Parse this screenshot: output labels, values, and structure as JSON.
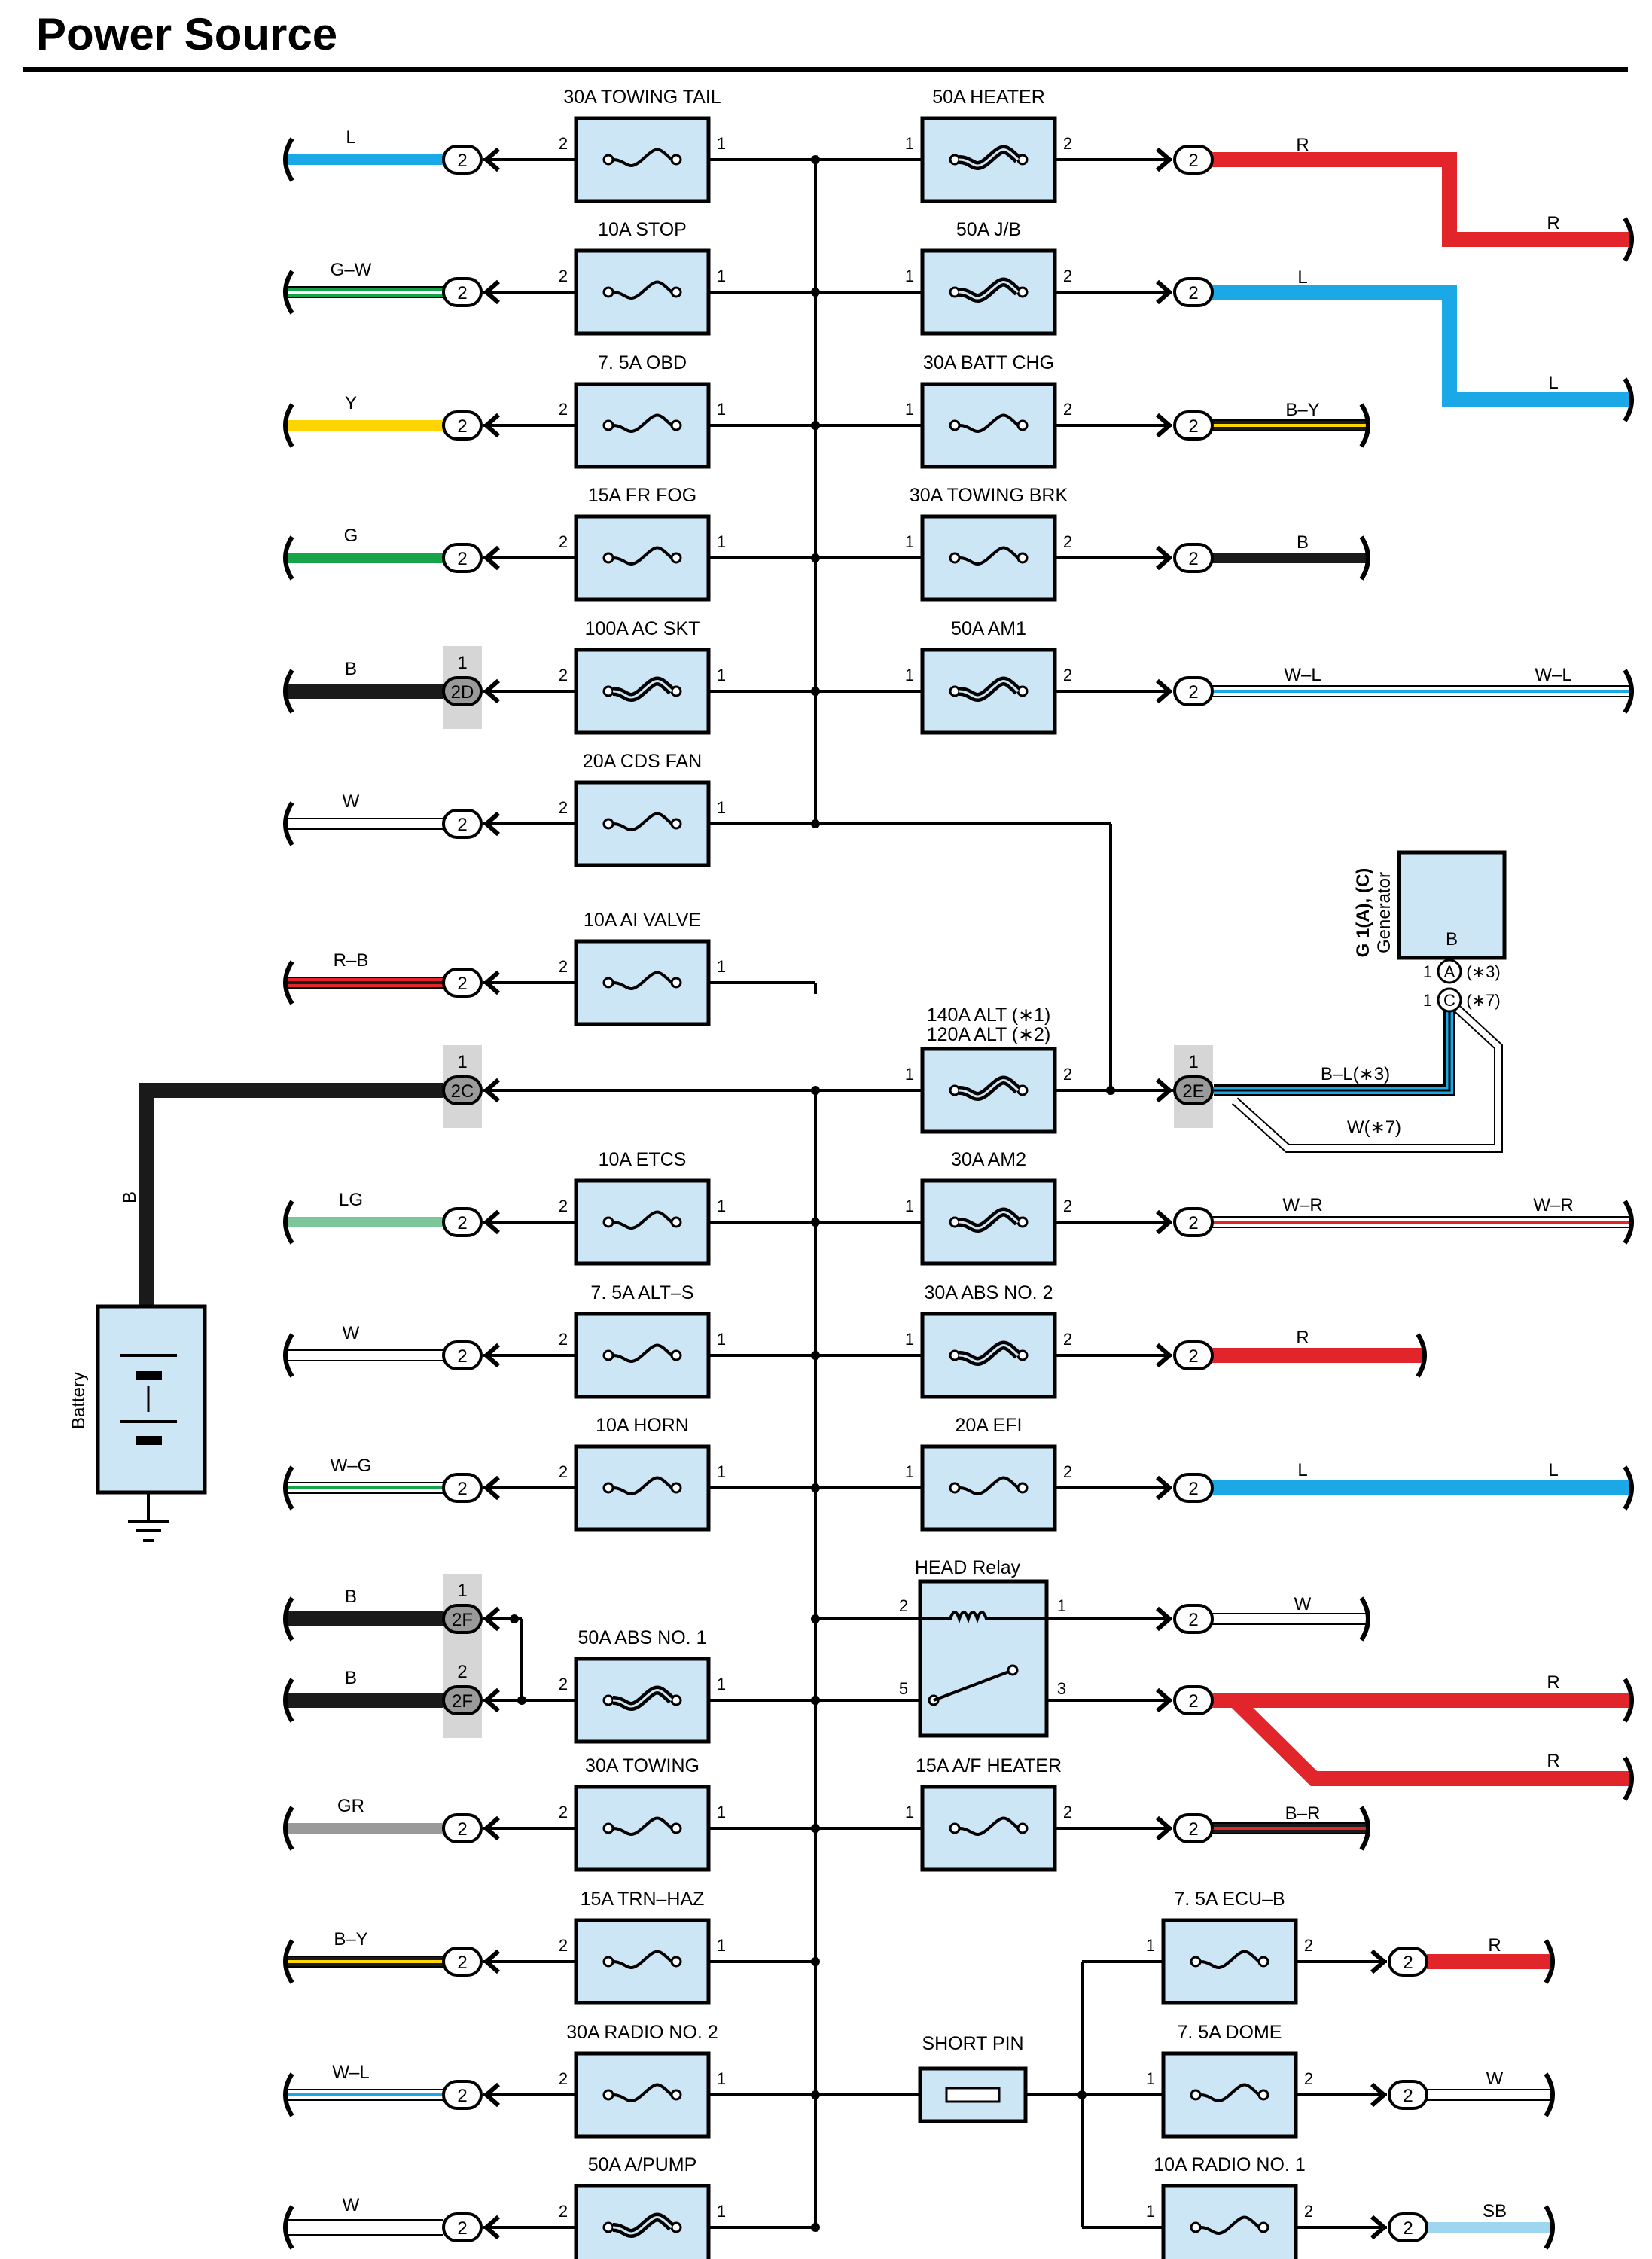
{
  "page": {
    "title": "Power Source"
  },
  "colors": {
    "box_fill": "#cde6f5",
    "L": "#1aa9e6",
    "R": "#e2252b",
    "G": "#16a34a",
    "Y": "#ffd400",
    "B": "#1a1a1a",
    "W": "#ffffff",
    "LG": "#7cc79a",
    "GR": "#9a9a9a",
    "SB": "#9ed6f2",
    "connector_shade": "#d6d6d6"
  },
  "left_fuses": [
    {
      "id": "towing-tail",
      "label": "30A TOWING TAIL",
      "wire": "L",
      "connector": "2",
      "thick": false,
      "pin_left": "2",
      "pin_right": "1"
    },
    {
      "id": "stop",
      "label": "10A STOP",
      "wire": "G–W",
      "connector": "2",
      "thick": false,
      "pin_left": "2",
      "pin_right": "1"
    },
    {
      "id": "obd",
      "label": "7. 5A OBD",
      "wire": "Y",
      "connector": "2",
      "thick": false,
      "pin_left": "2",
      "pin_right": "1"
    },
    {
      "id": "fr-fog",
      "label": "15A FR FOG",
      "wire": "G",
      "connector": "2",
      "thick": false,
      "pin_left": "2",
      "pin_right": "1"
    },
    {
      "id": "ac-skt",
      "label": "100A AC SKT",
      "wire": "B",
      "connector": "2D",
      "connector_pin": "1",
      "thick": true,
      "pin_left": "2",
      "pin_right": "1"
    },
    {
      "id": "cds-fan",
      "label": "20A CDS FAN",
      "wire": "W",
      "connector": "2",
      "thick": false,
      "pin_left": "2",
      "pin_right": "1"
    },
    {
      "id": "ai-valve",
      "label": "10A AI VALVE",
      "wire": "R–B",
      "connector": "2",
      "thick": false,
      "pin_left": "2",
      "pin_right": "1"
    },
    {
      "id": "etcs",
      "label": "10A ETCS",
      "wire": "LG",
      "connector": "2",
      "thick": false,
      "pin_left": "2",
      "pin_right": "1"
    },
    {
      "id": "alt-s",
      "label": "7. 5A ALT–S",
      "wire": "W",
      "connector": "2",
      "thick": false,
      "pin_left": "2",
      "pin_right": "1"
    },
    {
      "id": "horn",
      "label": "10A HORN",
      "wire": "W–G",
      "connector": "2",
      "thick": false,
      "pin_left": "2",
      "pin_right": "1"
    },
    {
      "id": "abs-no1",
      "label": "50A ABS NO. 1",
      "wire": "B",
      "connector": "2F",
      "connector_pin": "2",
      "thick": true,
      "pin_left": "2",
      "pin_right": "1"
    },
    {
      "id": "towing",
      "label": "30A TOWING",
      "wire": "GR",
      "connector": "2",
      "thick": false,
      "pin_left": "2",
      "pin_right": "1"
    },
    {
      "id": "trn-haz",
      "label": "15A TRN–HAZ",
      "wire": "B–Y",
      "connector": "2",
      "thick": false,
      "pin_left": "2",
      "pin_right": "1"
    },
    {
      "id": "radio-no2",
      "label": "30A RADIO NO. 2",
      "wire": "W–L",
      "connector": "2",
      "thick": false,
      "pin_left": "2",
      "pin_right": "1"
    },
    {
      "id": "a-pump",
      "label": "50A A/PUMP",
      "wire": "W",
      "connector": "2",
      "thick": true,
      "pin_left": "2",
      "pin_right": "1"
    }
  ],
  "abs_extra_wire": {
    "wire": "B",
    "connector": "2F",
    "connector_pin": "1"
  },
  "right_fuses": [
    {
      "id": "heater",
      "label": "50A HEATER",
      "wire": "R",
      "wire2": "R",
      "thick": true,
      "pin_left": "1",
      "pin_right": "2"
    },
    {
      "id": "jb",
      "label": "50A J/B",
      "wire": "L",
      "wire2": "L",
      "thick": true,
      "pin_left": "1",
      "pin_right": "2"
    },
    {
      "id": "batt-chg",
      "label": "30A BATT CHG",
      "wire": "B–Y",
      "thick": false,
      "pin_left": "1",
      "pin_right": "2"
    },
    {
      "id": "towing-brk",
      "label": "30A TOWING BRK",
      "wire": "B",
      "thick": false,
      "pin_left": "1",
      "pin_right": "2"
    },
    {
      "id": "am1",
      "label": "50A AM1",
      "wire": "W–L",
      "wire2": "W–L",
      "thick": true,
      "pin_left": "1",
      "pin_right": "2"
    },
    {
      "id": "am2",
      "label": "30A AM2",
      "wire": "W–R",
      "wire2": "W–R",
      "thick": true,
      "pin_left": "1",
      "pin_right": "2"
    },
    {
      "id": "abs-no2",
      "label": "30A ABS NO. 2",
      "wire": "R",
      "thick": true,
      "pin_left": "1",
      "pin_right": "2"
    },
    {
      "id": "efi",
      "label": "20A EFI",
      "wire": "L",
      "wire2": "L",
      "thick": false,
      "pin_left": "1",
      "pin_right": "2"
    },
    {
      "id": "af-heater",
      "label": "15A A/F HEATER",
      "wire": "B–R",
      "thick": false,
      "pin_left": "1",
      "pin_right": "2"
    }
  ],
  "alt": {
    "label_line1": "140A ALT (∗1)",
    "label_line2": "120A ALT (∗2)",
    "pin_left": "1",
    "pin_right": "2",
    "connector": "2E",
    "connector_pin": "1",
    "wire_bl": "B–L(∗3)",
    "wire_w": "W(∗7)"
  },
  "generator": {
    "code": "G 1(A), (C)",
    "name": "Generator",
    "terminal": "B",
    "pin_a": "1",
    "conn_a": "A",
    "note_a": "(∗3)",
    "pin_c": "1",
    "conn_c": "C",
    "note_c": "(∗7)"
  },
  "battery": {
    "label": "Battery",
    "wire": "B",
    "connector": "2C",
    "connector_pin": "1"
  },
  "head_relay": {
    "label": "HEAD Relay",
    "pin_2": "2",
    "pin_1": "1",
    "pin_5": "5",
    "pin_3": "3",
    "wire_out1": "W",
    "wire_out3a": "R",
    "wire_out3b": "R"
  },
  "short_pin": {
    "label": "SHORT PIN"
  },
  "sub_fuses": [
    {
      "id": "ecu-b",
      "label": "7. 5A ECU–B",
      "wire": "R",
      "pin_left": "1",
      "pin_right": "2"
    },
    {
      "id": "dome",
      "label": "7. 5A DOME",
      "wire": "W",
      "pin_left": "1",
      "pin_right": "2"
    },
    {
      "id": "radio-no1",
      "label": "10A RADIO NO. 1",
      "wire": "SB",
      "pin_left": "1",
      "pin_right": "2"
    }
  ]
}
